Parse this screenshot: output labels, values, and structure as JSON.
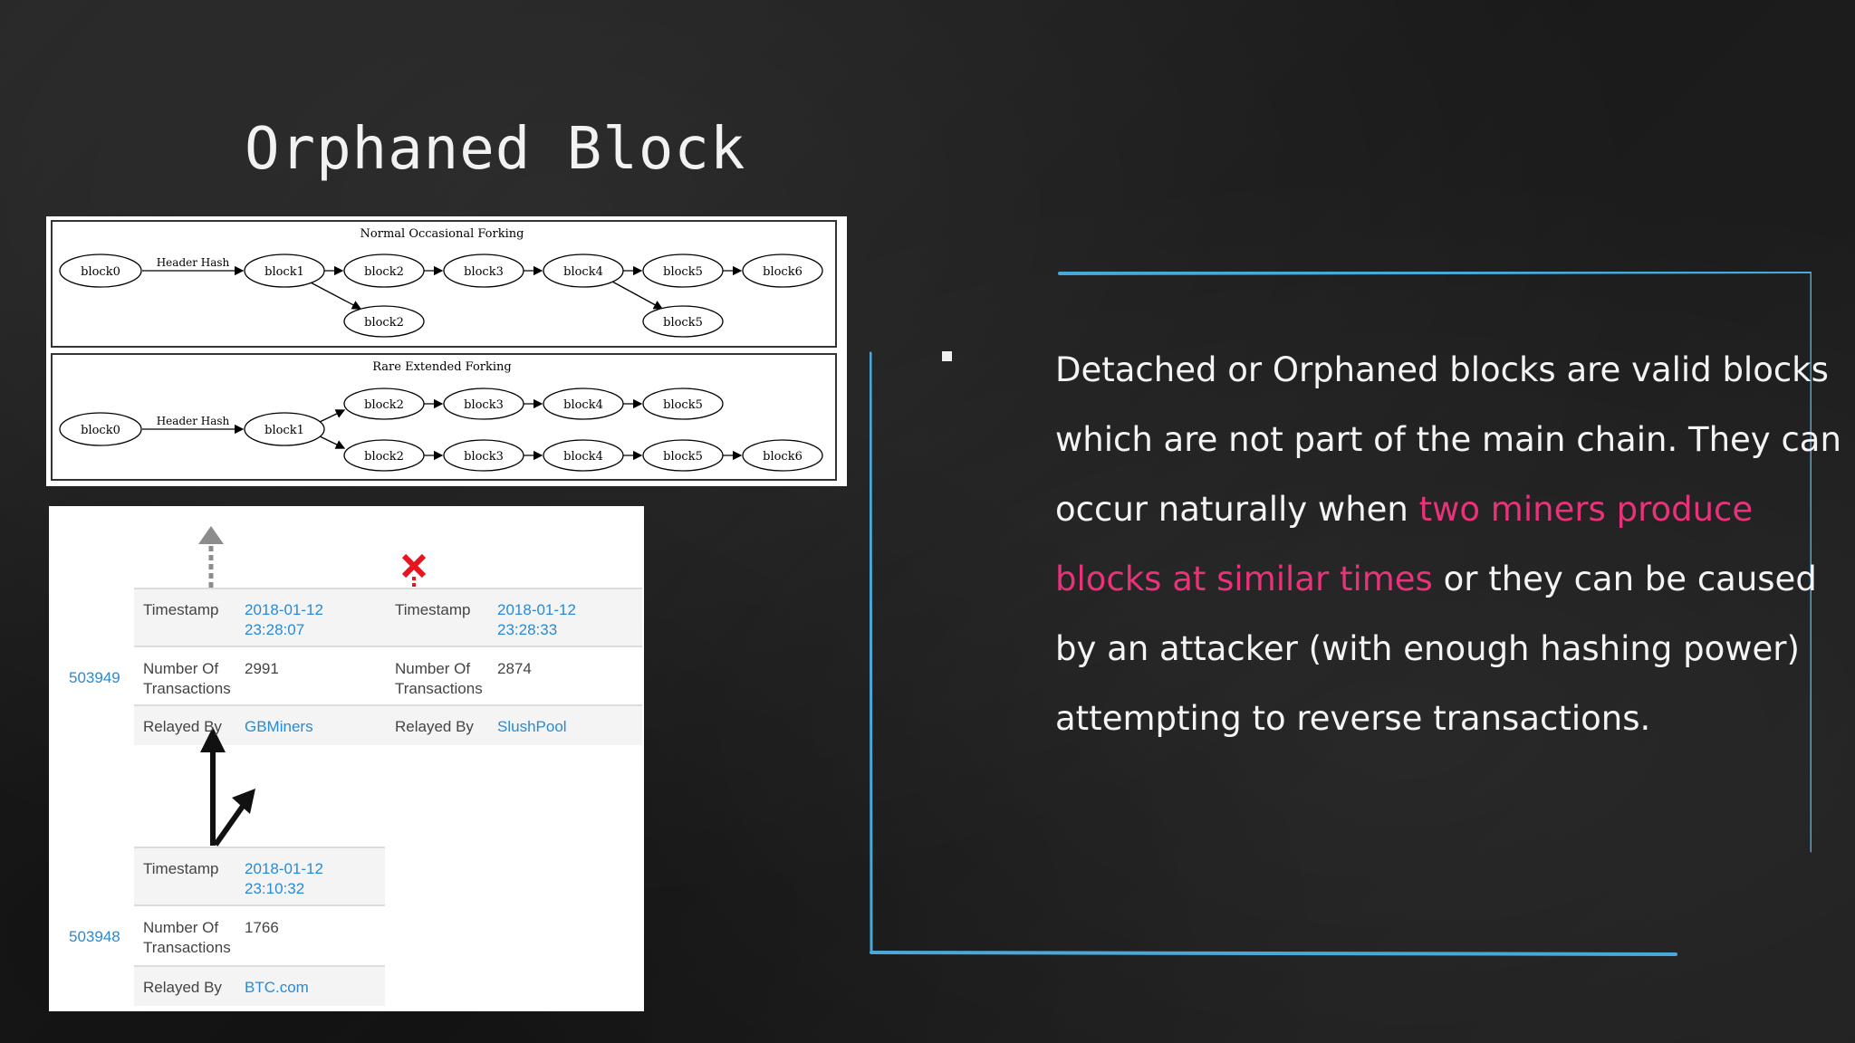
{
  "slide": {
    "title": "Orphaned Block"
  },
  "fork_diagram": {
    "normal": {
      "title": "Normal Occasional Forking",
      "edge_label": "Header Hash",
      "main_chain": [
        "block0",
        "block1",
        "block2",
        "block3",
        "block4",
        "block5",
        "block6"
      ],
      "forks": [
        "block2",
        "block5"
      ]
    },
    "rare": {
      "title": "Rare Extended Forking",
      "edge_label": "Header Hash",
      "root": [
        "block0",
        "block1"
      ],
      "upper_chain": [
        "block2",
        "block3",
        "block4",
        "block5"
      ],
      "lower_chain": [
        "block2",
        "block3",
        "block4",
        "block5",
        "block6"
      ]
    }
  },
  "tx_table": {
    "height_503949": "503949",
    "height_503948": "503948",
    "labels": {
      "timestamp": "Timestamp",
      "num_tx_line1": "Number Of",
      "num_tx_line2": "Transactions",
      "relayed_by": "Relayed By"
    },
    "block_a": {
      "date": "2018-01-12",
      "time": "23:28:07",
      "tx_count": "2991",
      "relayer": "GBMiners"
    },
    "block_b": {
      "date": "2018-01-12",
      "time": "23:28:33",
      "tx_count": "2874",
      "relayer": "SlushPool"
    },
    "block_c": {
      "date": "2018-01-12",
      "time": "23:10:32",
      "tx_count": "1766",
      "relayer": "BTC.com"
    },
    "icons": [
      "up-arrow-icon",
      "red-x-icon",
      "fork-arrow-icon"
    ],
    "colors": {
      "link": "#2a8ad4",
      "reject": "#e8141e",
      "accent_border": "#4aa8d8",
      "highlight": "#e8327a"
    }
  },
  "bullet": {
    "part1": "Detached or Orphaned blocks are valid blocks which are not part of the main chain. They can occur naturally when ",
    "highlight": "two miners produce blocks at similar times",
    "part2": " or they can be caused by an attacker (with enough hashing power) attempting to reverse transactions."
  }
}
